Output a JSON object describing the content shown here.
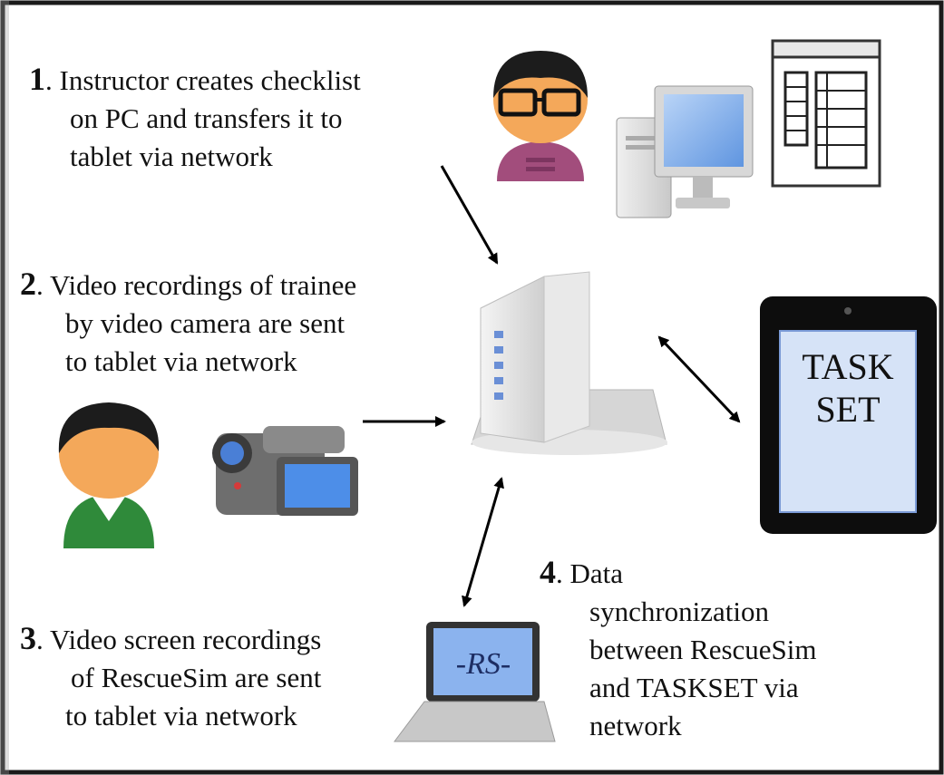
{
  "steps": [
    {
      "number": "1",
      "lines": [
        "Instructor creates checklist",
        "on PC and transfers it to",
        "tablet via network"
      ]
    },
    {
      "number": "2",
      "lines": [
        "Video recordings of trainee",
        "by video camera are sent",
        "to tablet via network"
      ]
    },
    {
      "number": "3",
      "lines": [
        "Video screen recordings",
        "of RescueSim are sent",
        "to tablet via network"
      ]
    },
    {
      "number": "4",
      "lines": [
        "Data",
        "synchronization",
        "between RescueSim",
        "and TASKSET via",
        "network"
      ]
    }
  ],
  "tablet": {
    "line1": "TASK",
    "line2": "SET"
  },
  "laptop": {
    "screen_label": "-RS-"
  },
  "icons": [
    "instructor-icon",
    "desktop-pc-icon",
    "checklist-document-icon",
    "server-icon",
    "tablet-icon",
    "trainee-icon",
    "video-camera-icon",
    "laptop-icon"
  ],
  "colors": {
    "border": "#1a1a1a",
    "tablet_screen": "#d6e3f7",
    "laptop_screen": "#8bb3ee",
    "instructor_shirt": "#a24d7c",
    "trainee_shirt": "#2f8a3a",
    "skin": "#f4a85a"
  }
}
